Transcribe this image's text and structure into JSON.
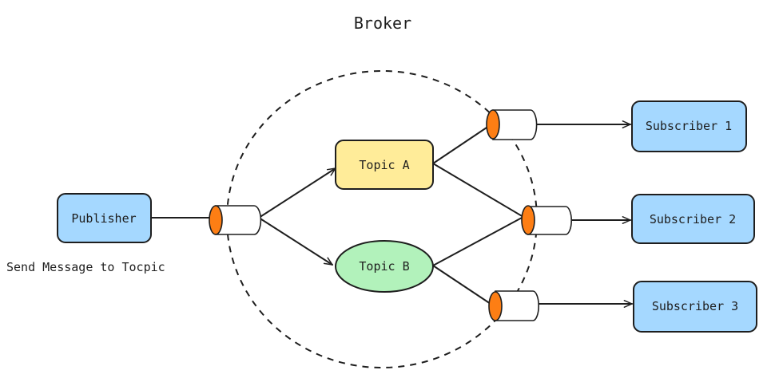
{
  "diagram": {
    "title": "Broker",
    "caption": "Send Message to Tocpic",
    "publisher": {
      "label": "Publisher"
    },
    "topics": [
      {
        "id": "topic-a",
        "label": "Topic A",
        "shape": "rounded-rectangle",
        "color": "#ffeC99"
      },
      {
        "id": "topic-b",
        "label": "Topic B",
        "shape": "ellipse",
        "color": "#b2f2bb"
      }
    ],
    "subscribers": [
      {
        "id": "subscriber-1",
        "label": "Subscriber 1"
      },
      {
        "id": "subscriber-2",
        "label": "Subscriber 2"
      },
      {
        "id": "subscriber-3",
        "label": "Subscriber 3"
      }
    ],
    "colors": {
      "client_fill": "#a5d8ff",
      "queue_cap": "#fd7e14",
      "stroke": "#1e1e1e",
      "background": "#ffffff"
    }
  }
}
